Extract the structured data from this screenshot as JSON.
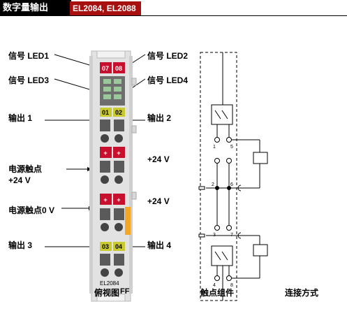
{
  "header": {
    "category": "数字量输出",
    "model": "EL2084, EL2088"
  },
  "left_labels": {
    "led1": "信号 LED1",
    "led3": "信号 LED3",
    "out1": "输出 1",
    "power_contact_24v_line1": "电源触点",
    "power_contact_24v_line2": "+24 V",
    "power_contact_0v": "电源触点0 V",
    "out3": "输出 3"
  },
  "right_labels": {
    "led2": "信号 LED2",
    "led4": "信号 LED4",
    "out2": "输出 2",
    "plus24v_a": "+24 V",
    "plus24v_b": "+24 V",
    "out4": "输出 4"
  },
  "terminal": {
    "led_top_left": "07",
    "led_top_right": "08",
    "led_out_left": "01",
    "led_out_right": "02",
    "led_bottom_left": "03",
    "led_bottom_right": "04",
    "model_label": "EL2084",
    "plus": "+",
    "overlay_text": "FF"
  },
  "schematic": {
    "pin_top_left": "1",
    "pin_top_right": "5",
    "pin_mid_left": "2",
    "pin_mid_right": "6",
    "pin_low_left": "3",
    "pin_low_right": "7",
    "pin_bottom_left": "4",
    "pin_bottom_right": "8"
  },
  "captions": {
    "front_view": "俯视图",
    "contact_assembly": "触点组件",
    "connection": "连接方式"
  },
  "colors": {
    "header_bg": "#000000",
    "model_bg": "#a80f0f",
    "led_red": "#c8102e",
    "led_yellow": "#c9c930",
    "terminal_body": "#dcdcdc",
    "orange_tab": "#f5a623"
  }
}
